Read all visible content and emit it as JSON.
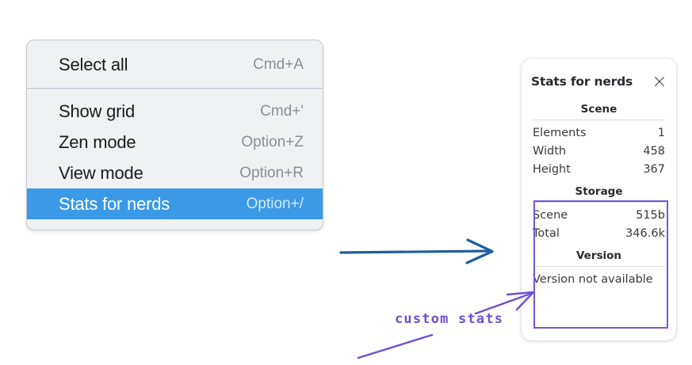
{
  "context_menu": {
    "name": "canvas-context-menu",
    "groups": [
      {
        "items": [
          {
            "label": "Select all",
            "shortcut": "Cmd+A",
            "selected": false
          }
        ]
      },
      {
        "items": [
          {
            "label": "Show grid",
            "shortcut": "Cmd+'",
            "selected": false
          },
          {
            "label": "Zen mode",
            "shortcut": "Option+Z",
            "selected": false
          },
          {
            "label": "View mode",
            "shortcut": "Option+R",
            "selected": false
          },
          {
            "label": "Stats for nerds",
            "shortcut": "Option+/",
            "selected": true
          }
        ]
      }
    ]
  },
  "stats_panel": {
    "title": "Stats for nerds",
    "close_icon": "close-icon",
    "sections": [
      {
        "heading": "Scene",
        "rows": [
          {
            "label": "Elements",
            "value": "1"
          },
          {
            "label": "Width",
            "value": "458"
          },
          {
            "label": "Height",
            "value": "367"
          }
        ]
      },
      {
        "heading": "Storage",
        "rows": [
          {
            "label": "Scene",
            "value": "515b"
          },
          {
            "label": "Total",
            "value": "346.6k"
          }
        ]
      },
      {
        "heading": "Version",
        "note": "Version not available"
      }
    ]
  },
  "annotations": {
    "custom_stats_label": "custom stats",
    "blue_arrow_name": "blue-pointer-arrow",
    "purple_arrow_name": "purple-pointer-arrow",
    "highlight_name": "custom-stats-highlight-rect"
  },
  "colors": {
    "menu_selected": "#3b9ae8",
    "menu_background": "#f0f1f3",
    "annotation_purple": "#6f4fd1",
    "annotation_blue": "#1f5f9e",
    "highlight_purple": "#7b55d6"
  }
}
